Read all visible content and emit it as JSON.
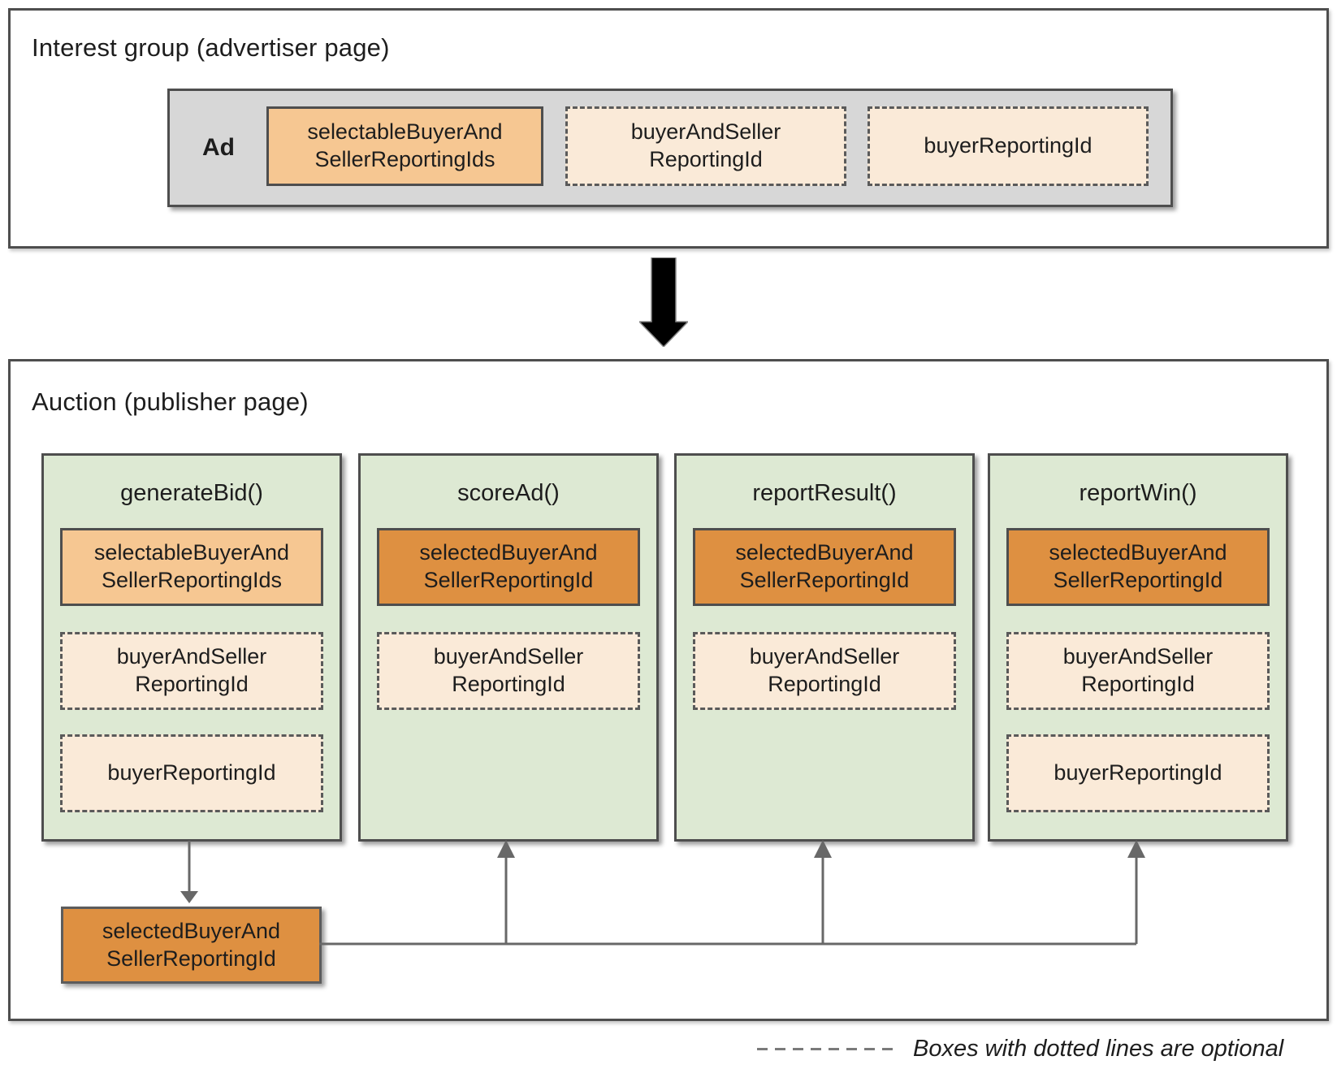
{
  "interest_group": {
    "title": "Interest group (advertiser page)",
    "ad_label": "Ad",
    "boxes": [
      {
        "label": "selectableBuyerAnd\nSellerReportingIds",
        "optional": false
      },
      {
        "label": "buyerAndSeller\nReportingId",
        "optional": true
      },
      {
        "label": "buyerReportingId",
        "optional": true
      }
    ]
  },
  "auction": {
    "title": "Auction (publisher page)",
    "columns": [
      {
        "title": "generateBid()",
        "boxes": [
          {
            "label": "selectableBuyerAnd\nSellerReportingIds",
            "optional": false
          },
          {
            "label": "buyerAndSeller\nReportingId",
            "optional": true
          },
          {
            "label": "buyerReportingId",
            "optional": true
          }
        ]
      },
      {
        "title": "scoreAd()",
        "boxes": [
          {
            "label": "selectedBuyerAnd\nSellerReportingId",
            "optional": false
          },
          {
            "label": "buyerAndSeller\nReportingId",
            "optional": true
          }
        ]
      },
      {
        "title": "reportResult()",
        "boxes": [
          {
            "label": "selectedBuyerAnd\nSellerReportingId",
            "optional": false
          },
          {
            "label": "buyerAndSeller\nReportingId",
            "optional": true
          }
        ]
      },
      {
        "title": "reportWin()",
        "boxes": [
          {
            "label": "selectedBuyerAnd\nSellerReportingId",
            "optional": false
          },
          {
            "label": "buyerAndSeller\nReportingId",
            "optional": true
          },
          {
            "label": "buyerReportingId",
            "optional": true
          }
        ]
      }
    ],
    "selected_output": {
      "label": "selectedBuyerAnd\nSellerReportingId"
    }
  },
  "legend": {
    "label": "Boxes with dotted lines are optional"
  },
  "colors": {
    "green_fill": "#dde9d3",
    "light_orange_fill": "#f6c792",
    "dark_orange_fill": "#de9041",
    "peach_fill": "#faead8",
    "gray_fill": "#d7d7d7",
    "border": "#4e4e4e",
    "connector": "#686868",
    "arrow_black": "#000000"
  }
}
